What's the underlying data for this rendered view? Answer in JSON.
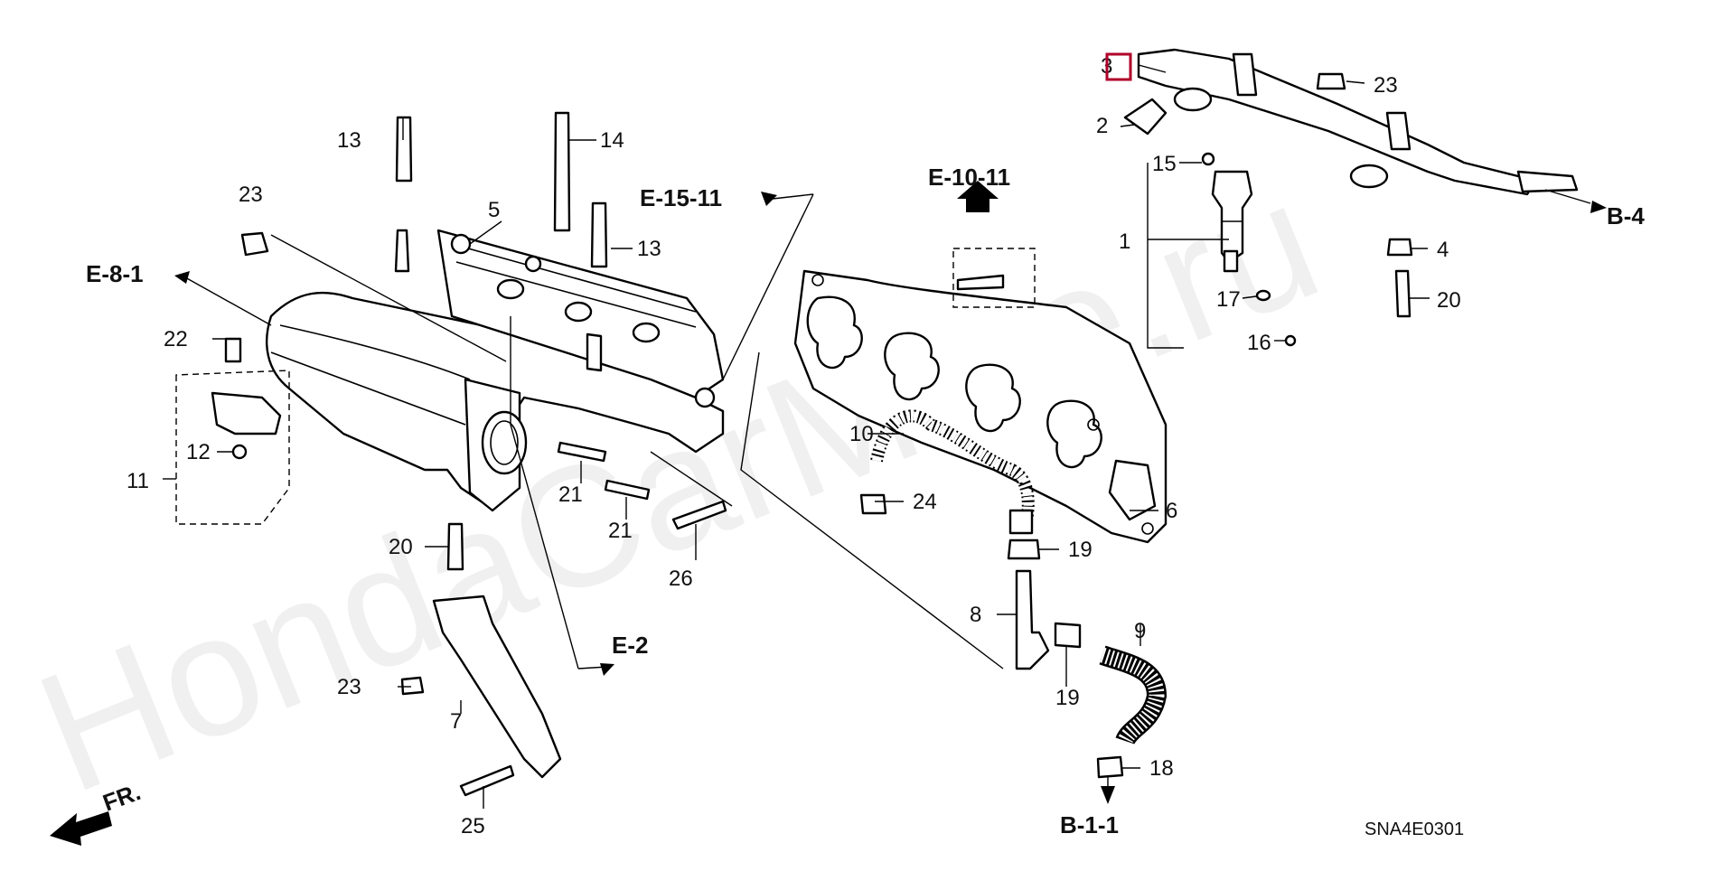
{
  "diagram": {
    "watermark": "HondaCarMine.ru",
    "code": "SNA4E0301",
    "front": "FR.",
    "highlight_color": "#b0002a",
    "refs": {
      "e81": "E-8-1",
      "e1511": "E-15-11",
      "e1011": "E-10-11",
      "b4": "B-4",
      "e2": "E-2",
      "b11": "B-1-1"
    },
    "callouts": {
      "c1": "1",
      "c2": "2",
      "c3": "3",
      "c4": "4",
      "c5": "5",
      "c6": "6",
      "c7": "7",
      "c8": "8",
      "c9": "9",
      "c10": "10",
      "c11": "11",
      "c12": "12",
      "c13a": "13",
      "c13b": "13",
      "c14": "14",
      "c15": "15",
      "c16": "16",
      "c17": "17",
      "c18": "18",
      "c19a": "19",
      "c19b": "19",
      "c20a": "20",
      "c20b": "20",
      "c21a": "21",
      "c21b": "21",
      "c22": "22",
      "c23a": "23",
      "c23b": "23",
      "c23c": "23",
      "c24": "24",
      "c25": "25",
      "c26": "26"
    }
  }
}
